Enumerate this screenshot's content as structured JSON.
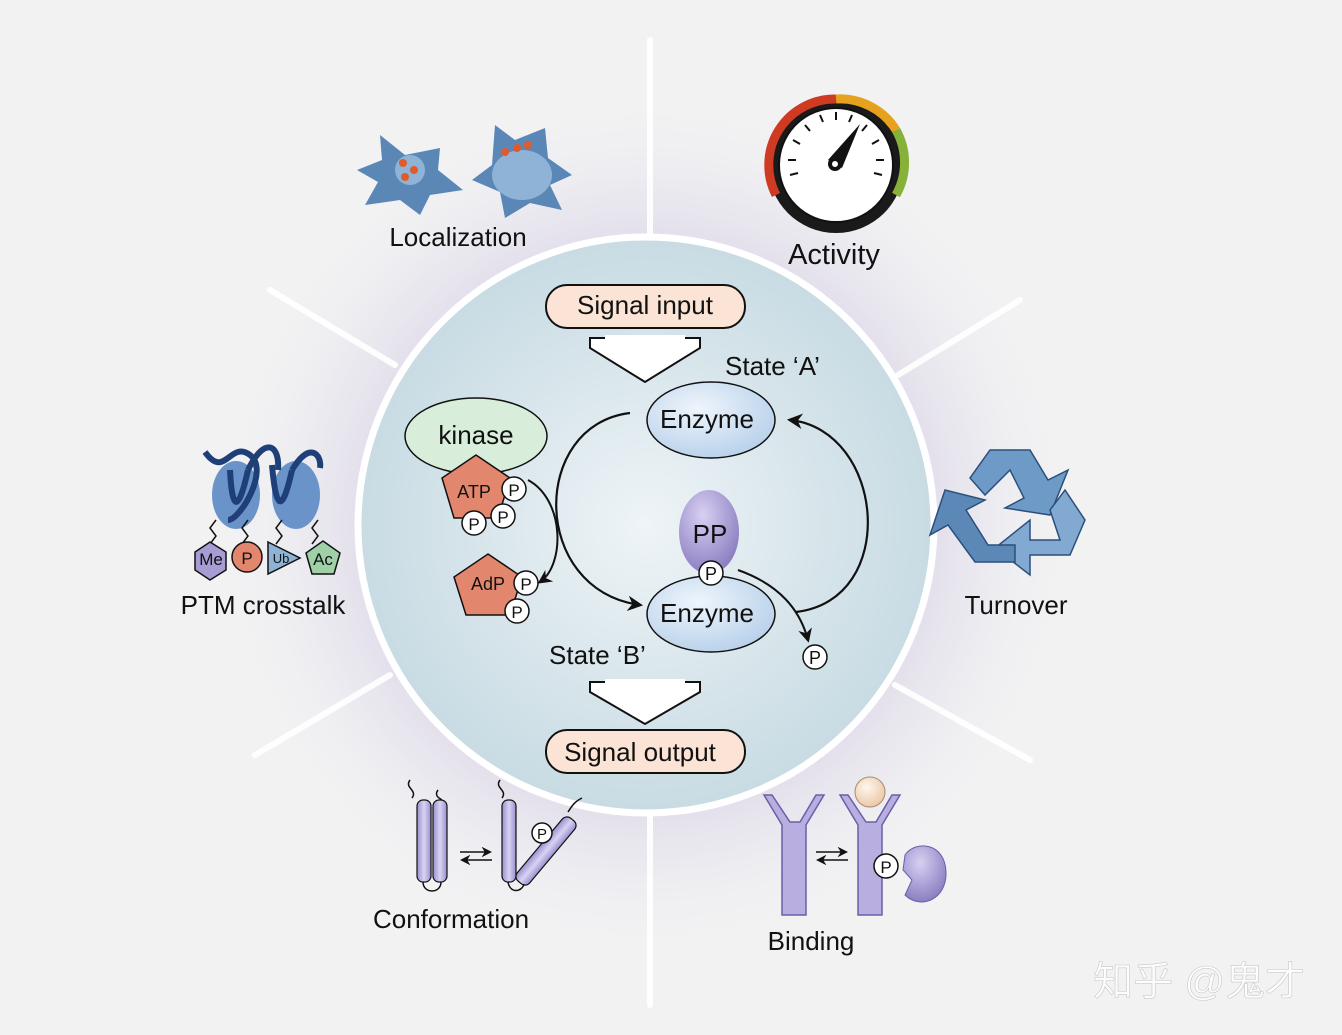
{
  "center": {
    "signal_input": "Signal input",
    "signal_output": "Signal output",
    "state_a": "State ‘A’",
    "state_b": "State ‘B’",
    "enzyme_a": "Enzyme",
    "enzyme_b": "Enzyme",
    "kinase": "kinase",
    "atp": "ATP",
    "adp": "AdP",
    "phosphatase": "PP",
    "phospho": "P"
  },
  "categories": {
    "localization": "Localization",
    "activity": "Activity",
    "turnover": "Turnover",
    "binding": "Binding",
    "conformation": "Conformation",
    "ptm_crosstalk": "PTM crosstalk"
  },
  "ptm_marks": {
    "me": "Me",
    "p": "P",
    "ub": "Ub",
    "ac": "Ac"
  },
  "watermark": "知乎 @鬼才",
  "colors": {
    "circle_fill": "#d6e4ea",
    "enzyme_fill": "#c9ddef",
    "kinase_fill": "#d6ecd9",
    "atp_fill": "#e3866e",
    "pp_fill": "#a89cd4",
    "pill_fill": "#fbe3d5",
    "cell_fill": "#5a87b6",
    "recycle_fill": "#6e9ac8",
    "helix_fill": "#b8aee0"
  },
  "icons": [
    "cell-icon",
    "gauge-icon",
    "recycle-icon",
    "receptor-icon",
    "helix-icon",
    "nucleosome-icon"
  ]
}
